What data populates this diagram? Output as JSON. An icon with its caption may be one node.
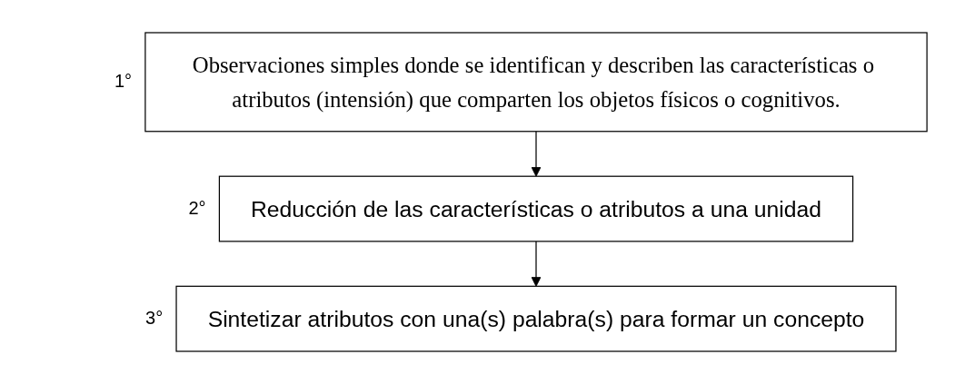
{
  "diagram": {
    "nodes": [
      {
        "text": [
          "Observaciones simples donde se identifican y describen las características o atributos (intensión) que comparten los objetos físicos o cognitivos."
        ],
        "beside": [
          "1°"
        ]
      },
      {
        "text": [
          "Reducción de las características o atributos a una unidad"
        ],
        "beside": [
          "2°"
        ]
      },
      {
        "text": [
          "Sintetizar atributos con una(s) palabra(s) para formar un concepto"
        ],
        "beside": [
          "3°"
        ]
      }
    ],
    "edges": [
      {
        "from": 0,
        "to": 1,
        "arrow": "to"
      },
      {
        "from": 1,
        "to": 2,
        "arrow": "to"
      }
    ]
  }
}
